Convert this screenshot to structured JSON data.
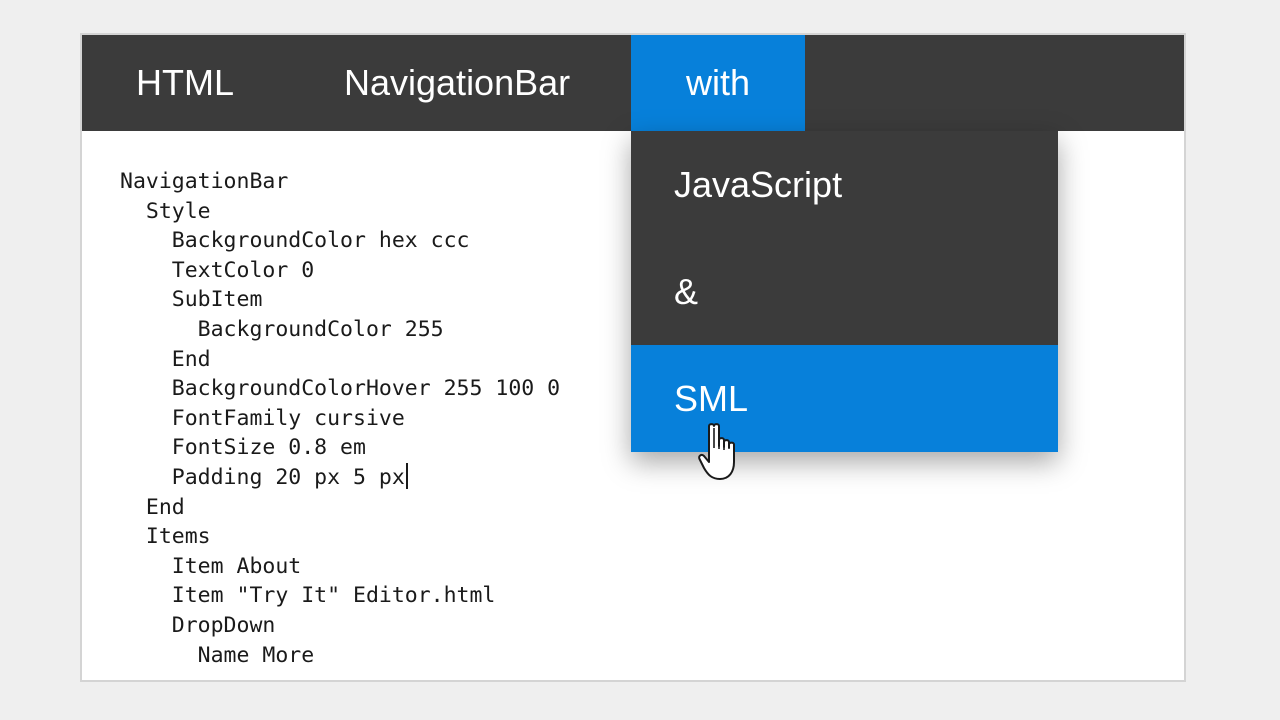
{
  "navbar": {
    "items": [
      {
        "label": "HTML"
      },
      {
        "label": "NavigationBar"
      },
      {
        "label": "with"
      }
    ],
    "dropdown": {
      "items": [
        {
          "label": "JavaScript"
        },
        {
          "label": "&"
        },
        {
          "label": "SML"
        }
      ]
    }
  },
  "editor": {
    "lines": [
      "NavigationBar",
      "  Style",
      "    BackgroundColor hex ccc",
      "    TextColor 0",
      "    SubItem",
      "      BackgroundColor 255",
      "    End",
      "    BackgroundColorHover 255 100 0",
      "    FontFamily cursive",
      "    FontSize 0.8 em",
      "    Padding 20 px 5 px",
      "  End",
      "  Items",
      "    Item About",
      "    Item \"Try It\" Editor.html",
      "    DropDown",
      "      Name More"
    ]
  },
  "colors": {
    "navbar_bg": "#3b3b3b",
    "accent": "#0780da",
    "page_bg": "#efefef"
  },
  "icons": {
    "cursor": "hand-pointer-icon"
  }
}
